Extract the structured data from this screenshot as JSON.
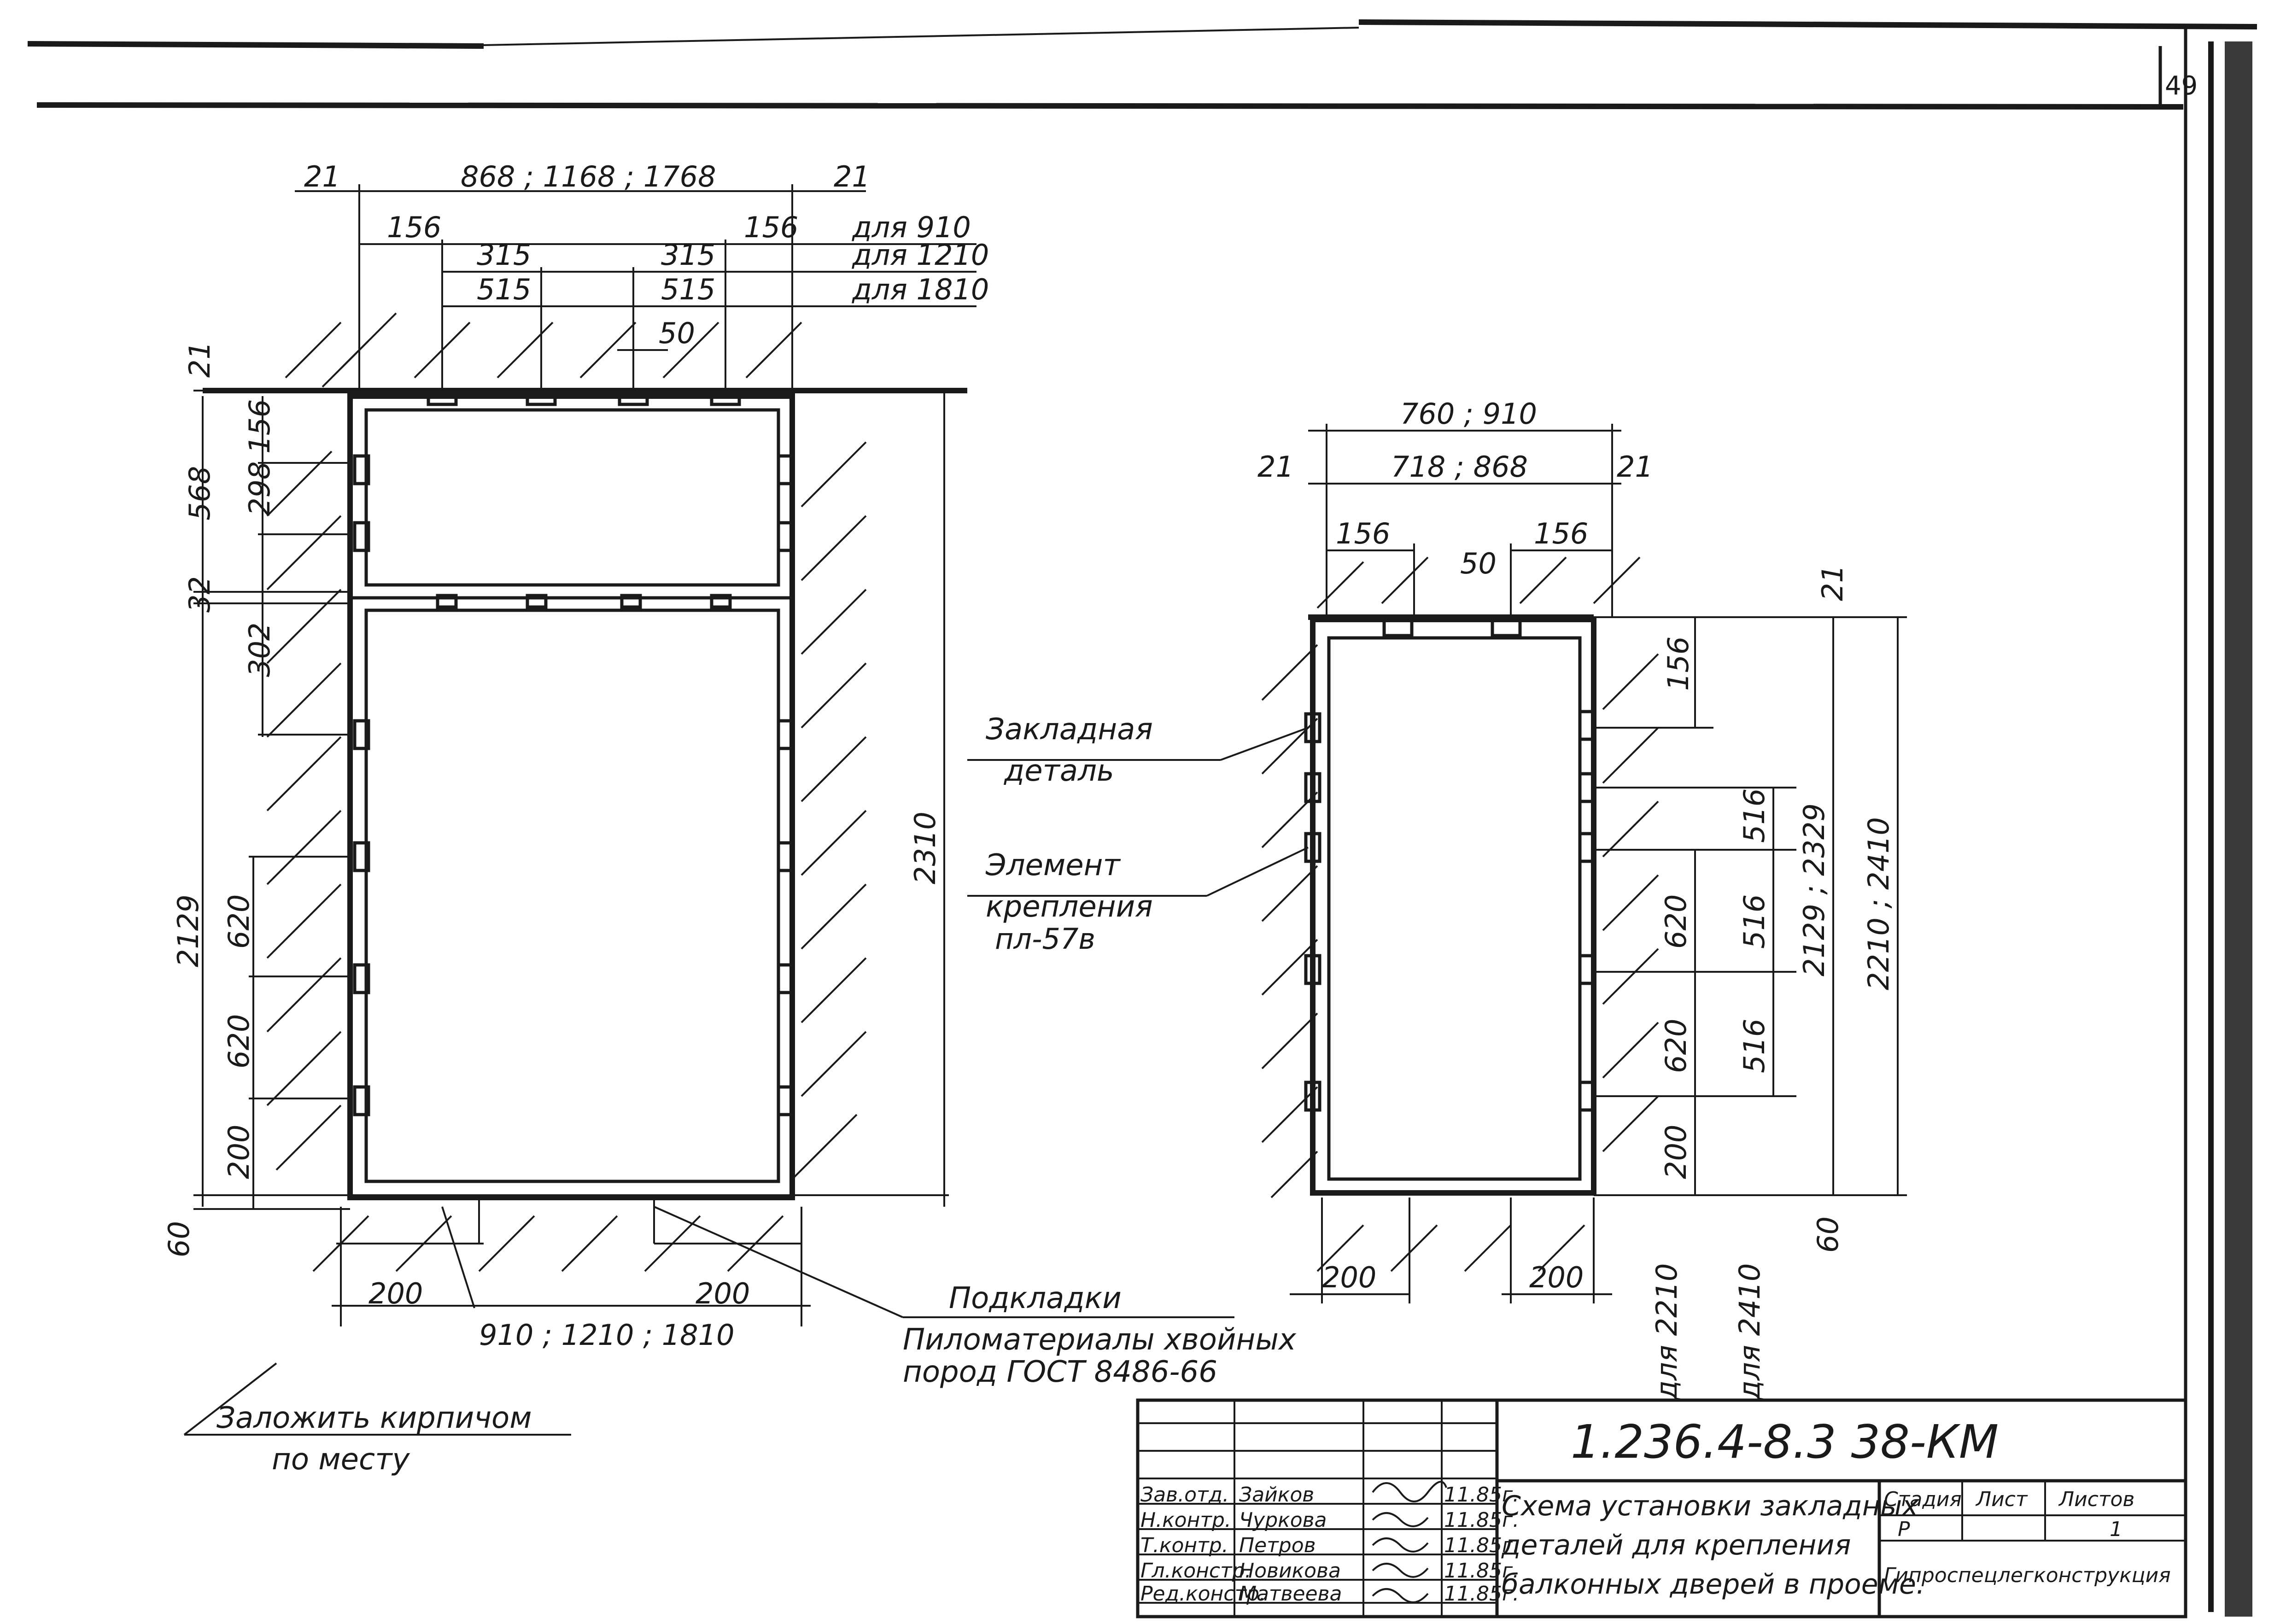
{
  "sheet_number": "49",
  "left_view": {
    "top_dims": {
      "left_offset": "21",
      "widths": "868 ; 1168 ; 1768",
      "right_offset": "21"
    },
    "sub_dims": {
      "edge": "156",
      "spacing": "315",
      "spacing_alt": "515",
      "plate": "50"
    },
    "variant_notes": [
      "для 910",
      "для 1210",
      "для 1810"
    ],
    "left_dims": [
      "21",
      "156",
      "568",
      "298",
      "32",
      "302",
      "2129",
      "620",
      "620",
      "200",
      "60"
    ],
    "height_dim": "2310",
    "bottom_dims": {
      "pad_left": "200",
      "pad_right": "200",
      "opening": "910 ; 1210 ; 1810"
    }
  },
  "right_view": {
    "top_dims": {
      "outer": "760 ; 910",
      "offset_left": "21",
      "inner": "718 ; 868",
      "offset_right": "21",
      "edge_left": "156",
      "edge_right": "156",
      "plate": "50"
    },
    "right_dims": [
      "21",
      "156",
      "516",
      "516",
      "516",
      "620",
      "620",
      "200",
      "60"
    ],
    "height_dims": [
      "2129 ; 2329",
      "2210 ; 2410"
    ],
    "bottom_dims": {
      "pad_left": "200",
      "pad_right": "200"
    },
    "variant_notes": [
      "для 2210",
      "для 2410"
    ]
  },
  "labels": {
    "embedded_part_line1": "Закладная",
    "embedded_part_line2": "деталь",
    "fastener_line1": "Элемент",
    "fastener_line2": "крепления",
    "fastener_code": "пл-57в",
    "shims_title": "Подкладки",
    "shims_line1": "Пиломатериалы хвойных",
    "shims_line2": "пород ГОСТ 8486-66",
    "brick_line1": "Заложить кирпичом",
    "brick_line2": "по месту"
  },
  "title_block": {
    "doc_code": "1.236.4-8.3 38-КМ",
    "title_line1": "Схема установки закладных",
    "title_line2": "деталей для крепления",
    "title_line3": "балконных дверей в проеме.",
    "stage_header": "Стадия",
    "sheet_header": "Лист",
    "sheets_header": "Листов",
    "stage_value": "Р",
    "sheets_value": "1",
    "organization": "Гипроспецлегконструкция",
    "roles": [
      "Зав.отд.",
      "Н.контр.",
      "Т.контр.",
      "Гл.констр.",
      "Ред.констр."
    ],
    "names": [
      "Зайков",
      "Чуркова",
      "Петров",
      "Новикова",
      "Матвеева"
    ],
    "dates": [
      "11.85г.",
      "11.85г.",
      "11.85г.",
      "11.85г.",
      "11.85г."
    ]
  }
}
